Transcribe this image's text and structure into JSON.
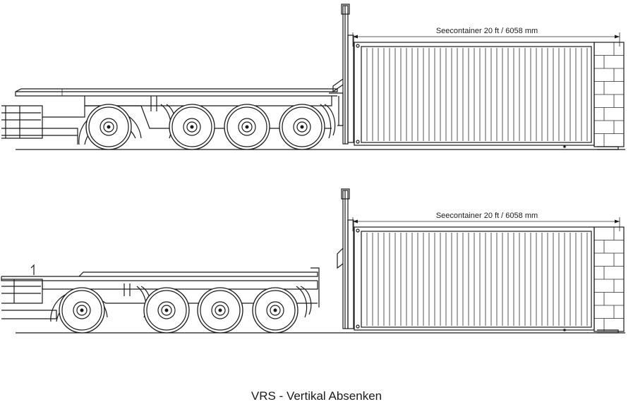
{
  "views": [
    {
      "id": "raised",
      "container_label": "Seecontainer 20 ft / 6058 mm"
    },
    {
      "id": "lowered",
      "container_label": "Seecontainer 20 ft / 6058 mm"
    }
  ],
  "caption": "VRS - Vertikal Absenken",
  "colors": {
    "ink": "#1a1a1a",
    "background": "#ffffff"
  }
}
